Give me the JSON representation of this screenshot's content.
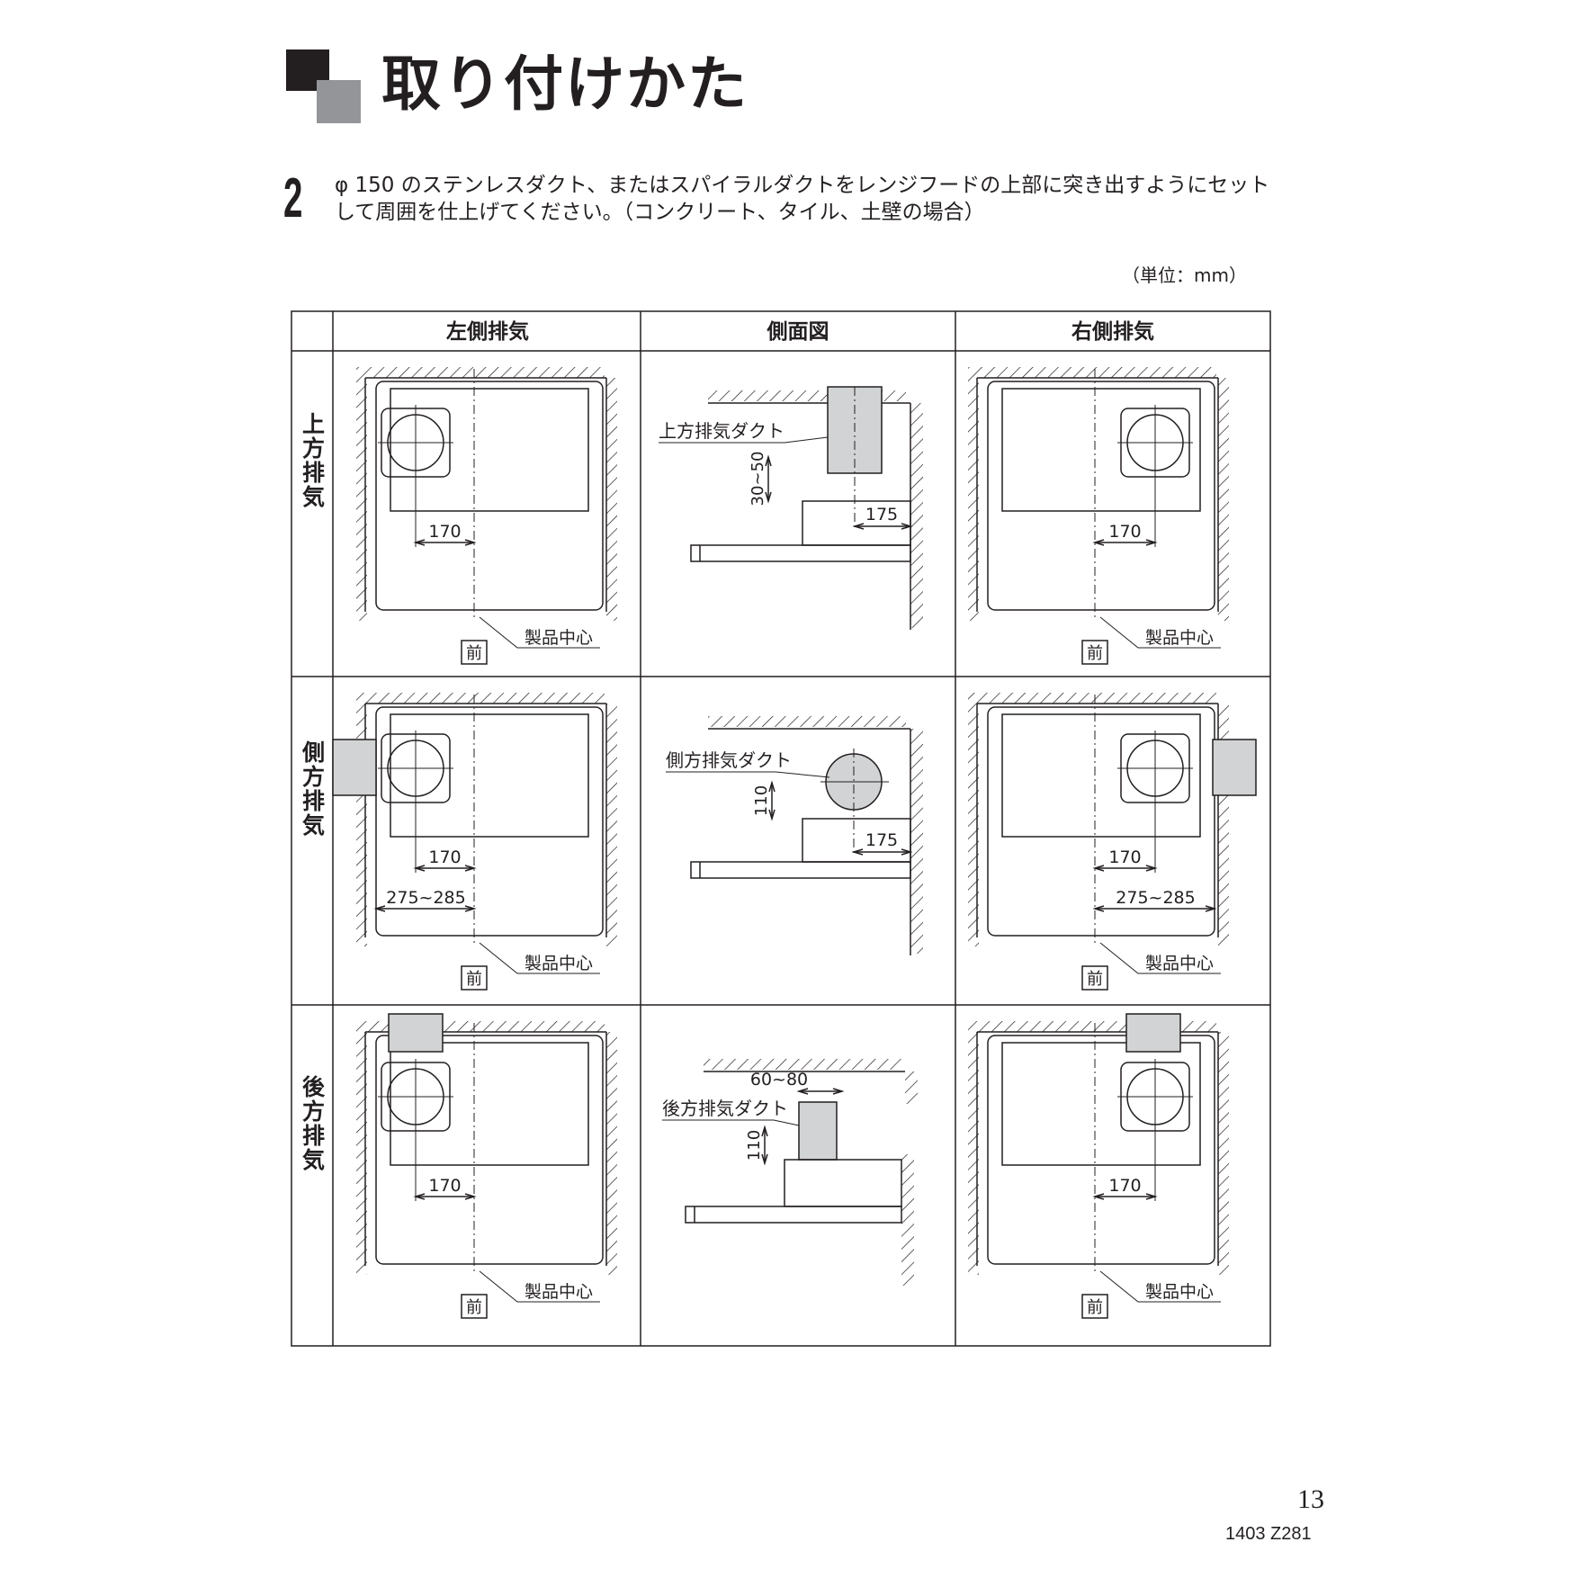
{
  "header": {
    "title": "取り付けかた"
  },
  "step": {
    "number": "2",
    "text": "φ 150 のステンレスダクト、またはスパイラルダクトをレンジフードの上部に突き出すようにセットして周囲を仕上げてください。（コンクリート、タイル、土壁の場合）"
  },
  "unit_note": "（単位：mm）",
  "table": {
    "columns": [
      "左側排気",
      "側面図",
      "右側排気"
    ],
    "rows": [
      "上方排気",
      "側方排気",
      "後方排気"
    ]
  },
  "labels": {
    "front": "前",
    "product_center": "製品中心",
    "top_duct": "上方排気ダクト",
    "side_duct": "側方排気ダクト",
    "back_duct": "後方排気ダクト"
  },
  "dims": {
    "d170": "170",
    "d175": "175",
    "d30_50": "30~50",
    "d110": "110",
    "d275_285": "275~285",
    "d60_80": "60~80"
  },
  "footer": {
    "page_number": "13",
    "doc_code": "1403  Z281"
  }
}
